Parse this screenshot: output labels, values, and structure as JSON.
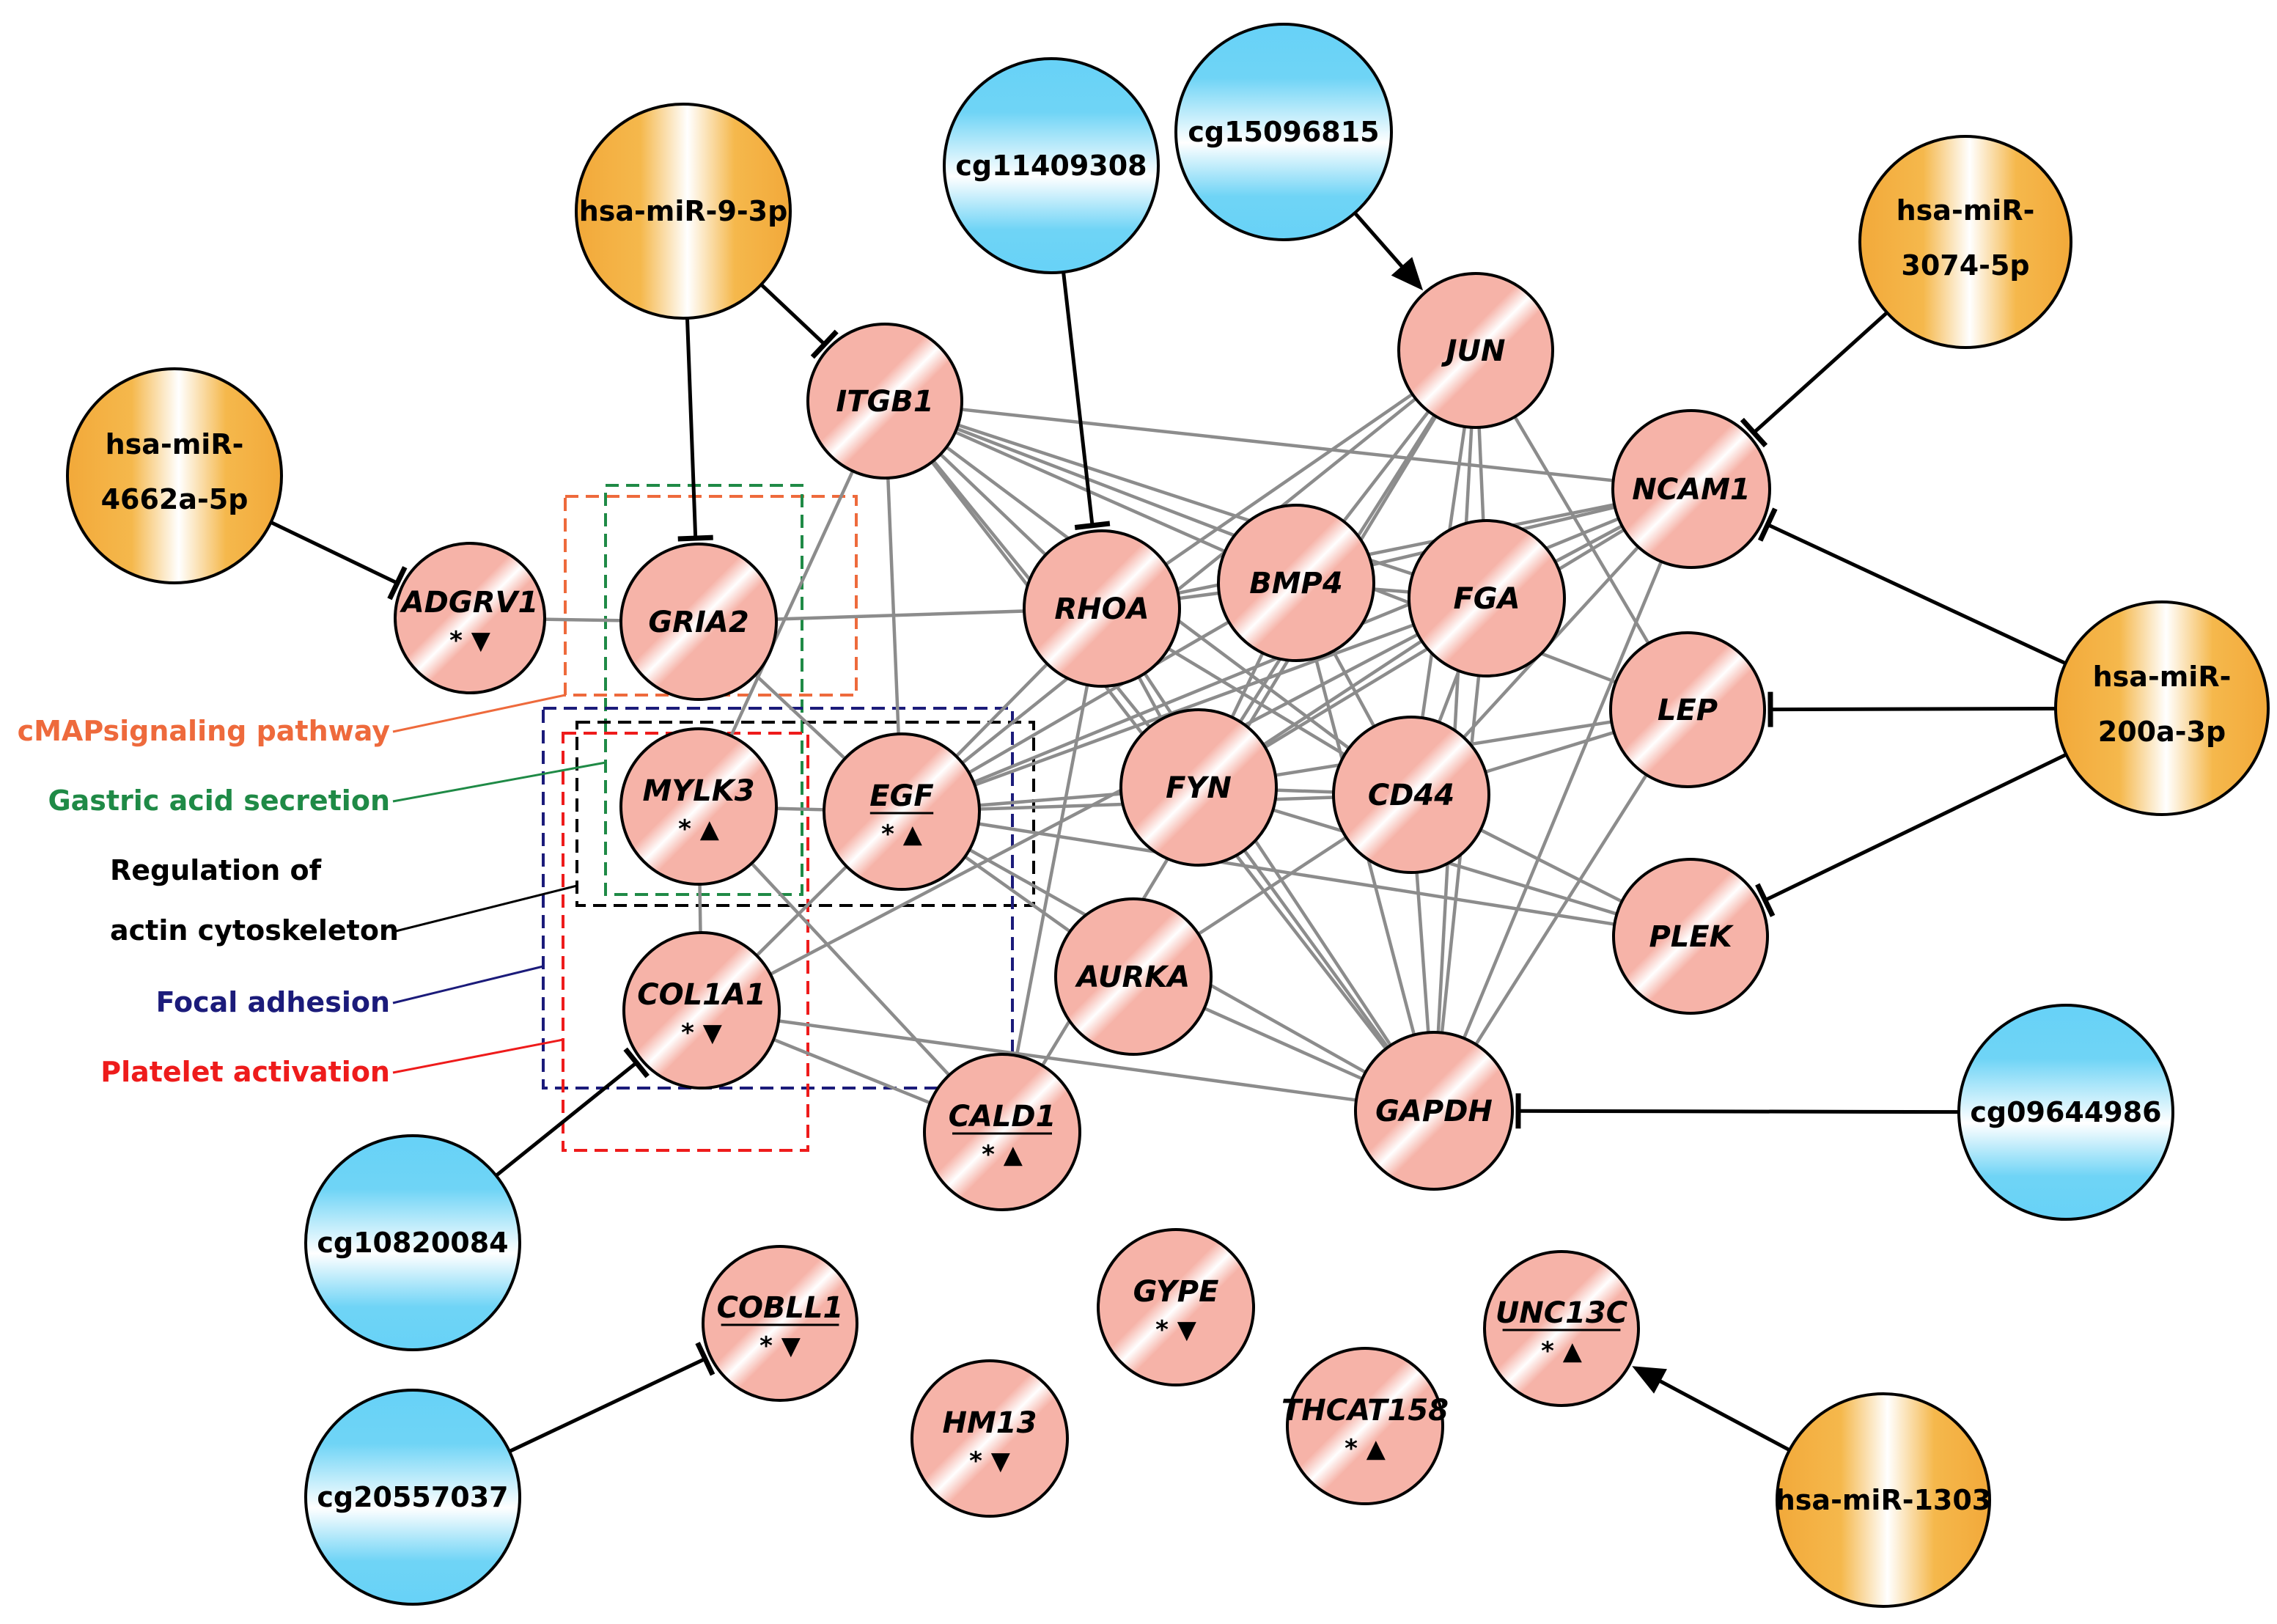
{
  "colors": {
    "gene_fill": "#f6b3a8",
    "mirna_fill": "#f5b74a",
    "cpg_fill": "#6fd4f6",
    "edge_gray": "#8c8c8c",
    "cmap": "#ee6a3c",
    "gastric": "#1f8a46",
    "actin": "#000000",
    "focal": "#1b1b7a",
    "platelet": "#ee1b1b"
  },
  "genes": [
    {
      "id": "ITGB1",
      "label": "ITGB1",
      "underline": false,
      "mark": ""
    },
    {
      "id": "ADGRV1",
      "label": "ADGRV1",
      "underline": false,
      "mark": "* ▼"
    },
    {
      "id": "GRIA2",
      "label": "GRIA2",
      "underline": false,
      "mark": ""
    },
    {
      "id": "RHOA",
      "label": "RHOA",
      "underline": false,
      "mark": ""
    },
    {
      "id": "BMP4",
      "label": "BMP4",
      "underline": false,
      "mark": ""
    },
    {
      "id": "FGA",
      "label": "FGA",
      "underline": false,
      "mark": ""
    },
    {
      "id": "JUN",
      "label": "JUN",
      "underline": false,
      "mark": ""
    },
    {
      "id": "NCAM1",
      "label": "NCAM1",
      "underline": false,
      "mark": ""
    },
    {
      "id": "LEP",
      "label": "LEP",
      "underline": false,
      "mark": ""
    },
    {
      "id": "MYLK3",
      "label": "MYLK3",
      "underline": false,
      "mark": "* ▲"
    },
    {
      "id": "EGF",
      "label": "EGF",
      "underline": true,
      "mark": "* ▲"
    },
    {
      "id": "FYN",
      "label": "FYN",
      "underline": false,
      "mark": ""
    },
    {
      "id": "CD44",
      "label": "CD44",
      "underline": false,
      "mark": ""
    },
    {
      "id": "PLEK",
      "label": "PLEK",
      "underline": false,
      "mark": ""
    },
    {
      "id": "AURKA",
      "label": "AURKA",
      "underline": false,
      "mark": ""
    },
    {
      "id": "COL1A1",
      "label": "COL1A1",
      "underline": false,
      "mark": "* ▼"
    },
    {
      "id": "CALD1",
      "label": "CALD1",
      "underline": true,
      "mark": "* ▲"
    },
    {
      "id": "GAPDH",
      "label": "GAPDH",
      "underline": false,
      "mark": ""
    },
    {
      "id": "COBLL1",
      "label": "COBLL1",
      "underline": true,
      "mark": "* ▼"
    },
    {
      "id": "GYPE",
      "label": "GYPE",
      "underline": false,
      "mark": "* ▼"
    },
    {
      "id": "UNC13C",
      "label": "UNC13C",
      "underline": true,
      "mark": "* ▲"
    },
    {
      "id": "HM13",
      "label": "HM13",
      "underline": false,
      "mark": "* ▼"
    },
    {
      "id": "THCAT158",
      "label": "THCAT158",
      "underline": false,
      "mark": "* ▲"
    }
  ],
  "regulators": [
    {
      "id": "mir9",
      "type": "mirna",
      "lines": [
        "hsa-miR-9-3p"
      ]
    },
    {
      "id": "mir4662",
      "type": "mirna",
      "lines": [
        "hsa-miR-",
        "4662a-5p"
      ]
    },
    {
      "id": "mir3074",
      "type": "mirna",
      "lines": [
        "hsa-miR-",
        "3074-5p"
      ]
    },
    {
      "id": "mir200",
      "type": "mirna",
      "lines": [
        "hsa-miR-",
        "200a-3p"
      ]
    },
    {
      "id": "mir1303",
      "type": "mirna",
      "lines": [
        "hsa-miR-1303"
      ]
    },
    {
      "id": "cg11409308",
      "type": "cpg",
      "lines": [
        "cg11409308"
      ]
    },
    {
      "id": "cg15096815",
      "type": "cpg",
      "lines": [
        "cg15096815"
      ]
    },
    {
      "id": "cg10820084",
      "type": "cpg",
      "lines": [
        "cg10820084"
      ]
    },
    {
      "id": "cg20557037",
      "type": "cpg",
      "lines": [
        "cg20557037"
      ]
    },
    {
      "id": "cg09644986",
      "type": "cpg",
      "lines": [
        "cg09644986"
      ]
    }
  ],
  "interactions": [
    [
      "ITGB1",
      "NCAM1"
    ],
    [
      "ITGB1",
      "RHOA"
    ],
    [
      "ITGB1",
      "FGA"
    ],
    [
      "ITGB1",
      "CD44"
    ],
    [
      "ITGB1",
      "FYN"
    ],
    [
      "ITGB1",
      "EGF"
    ],
    [
      "ITGB1",
      "MYLK3"
    ],
    [
      "ITGB1",
      "LEP"
    ],
    [
      "ITGB1",
      "GAPDH"
    ],
    [
      "ITGB1",
      "BMP4"
    ],
    [
      "JUN",
      "RHOA"
    ],
    [
      "JUN",
      "BMP4"
    ],
    [
      "JUN",
      "FGA"
    ],
    [
      "JUN",
      "CD44"
    ],
    [
      "JUN",
      "FYN"
    ],
    [
      "JUN",
      "EGF"
    ],
    [
      "JUN",
      "GAPDH"
    ],
    [
      "JUN",
      "LEP"
    ],
    [
      "JUN",
      "CALD1"
    ],
    [
      "NCAM1",
      "RHOA"
    ],
    [
      "NCAM1",
      "BMP4"
    ],
    [
      "NCAM1",
      "FGA"
    ],
    [
      "NCAM1",
      "CD44"
    ],
    [
      "NCAM1",
      "FYN"
    ],
    [
      "NCAM1",
      "EGF"
    ],
    [
      "NCAM1",
      "GAPDH"
    ],
    [
      "GRIA2",
      "RHOA"
    ],
    [
      "GRIA2",
      "ADGRV1"
    ],
    [
      "GRIA2",
      "EGF"
    ],
    [
      "RHOA",
      "BMP4"
    ],
    [
      "RHOA",
      "FYN"
    ],
    [
      "RHOA",
      "CD44"
    ],
    [
      "RHOA",
      "EGF"
    ],
    [
      "RHOA",
      "CALD1"
    ],
    [
      "RHOA",
      "GAPDH"
    ],
    [
      "BMP4",
      "FGA"
    ],
    [
      "BMP4",
      "CD44"
    ],
    [
      "BMP4",
      "FYN"
    ],
    [
      "BMP4",
      "EGF"
    ],
    [
      "BMP4",
      "GAPDH"
    ],
    [
      "FGA",
      "CD44"
    ],
    [
      "FGA",
      "FYN"
    ],
    [
      "FGA",
      "EGF"
    ],
    [
      "FGA",
      "GAPDH"
    ],
    [
      "FGA",
      "COL1A1"
    ],
    [
      "FGA",
      "NCAM1"
    ],
    [
      "LEP",
      "CD44"
    ],
    [
      "LEP",
      "FYN"
    ],
    [
      "LEP",
      "GAPDH"
    ],
    [
      "EGF",
      "FYN"
    ],
    [
      "EGF",
      "CD44"
    ],
    [
      "EGF",
      "AURKA"
    ],
    [
      "EGF",
      "GAPDH"
    ],
    [
      "EGF",
      "PLEK"
    ],
    [
      "EGF",
      "COL1A1"
    ],
    [
      "EGF",
      "MYLK3"
    ],
    [
      "FYN",
      "CD44"
    ],
    [
      "FYN",
      "PLEK"
    ],
    [
      "FYN",
      "GAPDH"
    ],
    [
      "CD44",
      "GAPDH"
    ],
    [
      "CD44",
      "PLEK"
    ],
    [
      "MYLK3",
      "COL1A1"
    ],
    [
      "MYLK3",
      "CALD1"
    ],
    [
      "COL1A1",
      "CALD1"
    ],
    [
      "COL1A1",
      "GAPDH"
    ],
    [
      "AURKA",
      "GAPDH"
    ],
    [
      "AURKA",
      "CD44"
    ]
  ],
  "regulatory_edges": [
    {
      "from": "mir9",
      "to": "GRIA2",
      "kind": "inhibit"
    },
    {
      "from": "mir9",
      "to": "ITGB1",
      "kind": "inhibit"
    },
    {
      "from": "mir4662",
      "to": "ADGRV1",
      "kind": "inhibit"
    },
    {
      "from": "cg11409308",
      "to": "RHOA",
      "kind": "inhibit"
    },
    {
      "from": "cg15096815",
      "to": "JUN",
      "kind": "activate"
    },
    {
      "from": "mir3074",
      "to": "NCAM1",
      "kind": "inhibit"
    },
    {
      "from": "mir200",
      "to": "NCAM1",
      "kind": "inhibit"
    },
    {
      "from": "mir200",
      "to": "LEP",
      "kind": "inhibit"
    },
    {
      "from": "mir200",
      "to": "PLEK",
      "kind": "inhibit"
    },
    {
      "from": "cg09644986",
      "to": "GAPDH",
      "kind": "inhibit"
    },
    {
      "from": "cg10820084",
      "to": "COL1A1",
      "kind": "inhibit"
    },
    {
      "from": "cg20557037",
      "to": "COBLL1",
      "kind": "inhibit"
    },
    {
      "from": "mir1303",
      "to": "UNC13C",
      "kind": "activate"
    }
  ],
  "pathways": [
    {
      "id": "cmap",
      "label": "cMAPsignaling pathway",
      "lines": [
        "cMAPsignaling pathway"
      ],
      "color_key": "cmap"
    },
    {
      "id": "gastric",
      "label": "Gastric acid secretion",
      "lines": [
        "Gastric acid secretion"
      ],
      "color_key": "gastric"
    },
    {
      "id": "actin",
      "label": "Regulation of actin cytoskeleton",
      "lines": [
        "Regulation of",
        "actin cytoskeleton"
      ],
      "color_key": "actin"
    },
    {
      "id": "focal",
      "label": "Focal adhesion",
      "lines": [
        "Focal adhesion"
      ],
      "color_key": "focal"
    },
    {
      "id": "platelet",
      "label": "Platelet activation",
      "lines": [
        "Platelet activation"
      ],
      "color_key": "platelet"
    }
  ]
}
